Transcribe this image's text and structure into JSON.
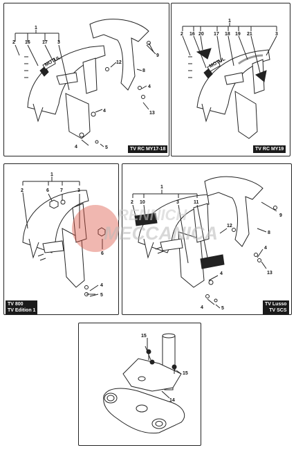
{
  "panels": {
    "p1": {
      "tag": "TV RC MY17-18",
      "labels": [
        "1",
        "2",
        "16",
        "17",
        "3",
        "8",
        "9",
        "12",
        "4",
        "13",
        "4",
        "4",
        "5"
      ]
    },
    "p2": {
      "tag": "TV RC MY19",
      "labels": [
        "1",
        "2",
        "16",
        "20",
        "17",
        "18",
        "19",
        "21",
        "3"
      ]
    },
    "p3": {
      "tag_line1": "TV 800",
      "tag_line2": "TV Edition 1",
      "labels": [
        "1",
        "2",
        "6",
        "7",
        "3",
        "6",
        "4",
        "5"
      ]
    },
    "p4": {
      "tag_line1": "TV Lusso",
      "tag_line2": "TV SCS",
      "labels": [
        "1",
        "2",
        "10",
        "3",
        "11",
        "12",
        "8",
        "9",
        "4",
        "13",
        "4",
        "4",
        "5"
      ]
    },
    "p5": {
      "labels": [
        "15",
        "15",
        "14"
      ]
    }
  },
  "watermark": {
    "line1": "RENNICH",
    "line2": "MECCANICA"
  },
  "decals": {
    "brand": "MOTUL"
  },
  "colors": {
    "line": "#222222",
    "tag_bg": "#1a1a1a",
    "watermark_red": "#d94a3a"
  }
}
